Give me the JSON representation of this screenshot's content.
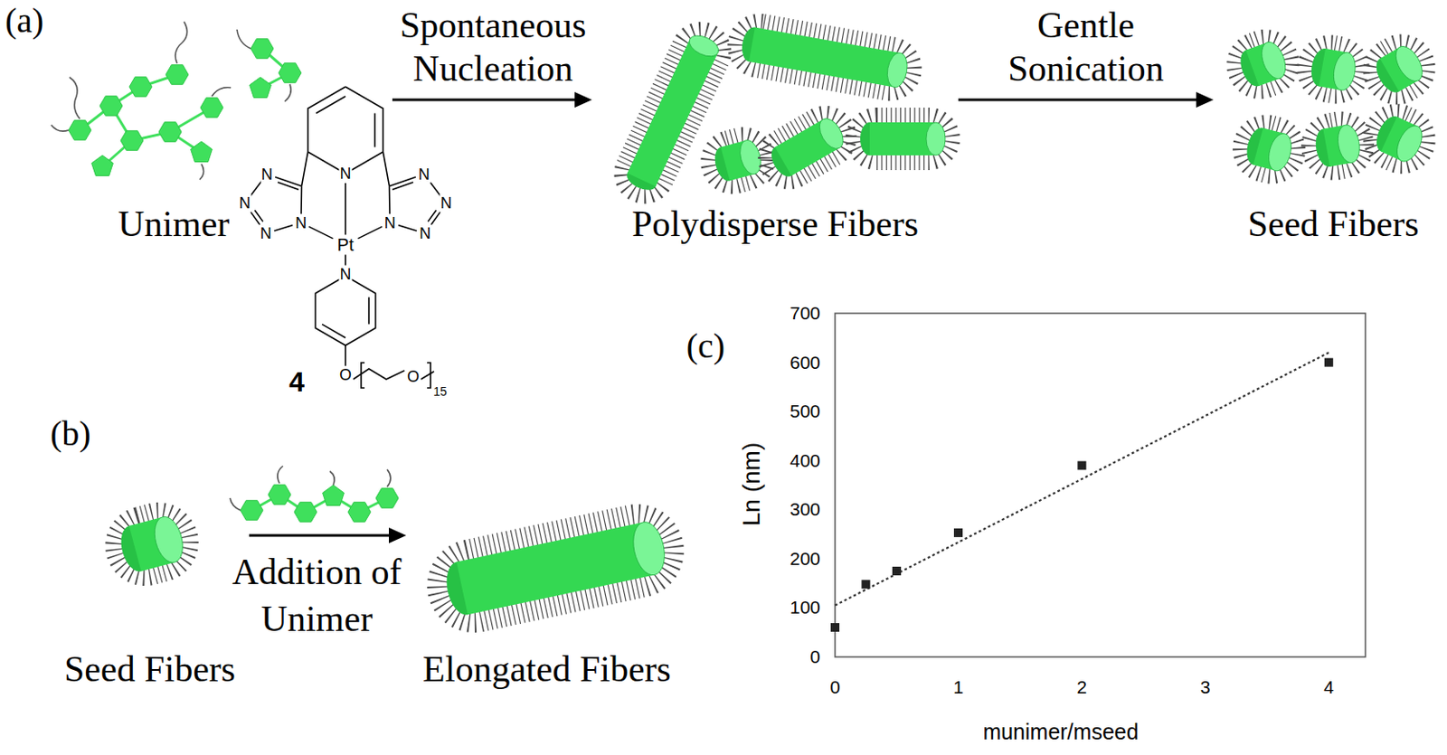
{
  "diagram": {
    "nodes": [
      {
        "text": [
          "Unimer"
        ]
      },
      {
        "text": [
          "Polydisperse Fibers"
        ]
      },
      {
        "text": [
          "Seed Fibers"
        ]
      },
      {
        "text": [
          "Seed Fibers"
        ]
      },
      {
        "text": [
          "Elongated Fibers"
        ]
      }
    ],
    "edges": [
      {
        "from": 0,
        "to": 1,
        "arrow": "to",
        "label": "Spontaneous Nucleation"
      },
      {
        "from": 1,
        "to": 2,
        "arrow": "to",
        "label": "Gentle Sonication"
      },
      {
        "from": 3,
        "to": 4,
        "arrow": "to",
        "label": "Addition of Unimer"
      }
    ],
    "labels": [
      "(a)",
      "N",
      "N",
      "N",
      "N",
      "N",
      "N",
      "N",
      "N",
      "N",
      "Pt",
      "N",
      "O",
      "O",
      "15",
      "4",
      "(b)",
      "(c)",
      "700",
      "600",
      "500",
      "400",
      "300",
      "200",
      "100",
      "0",
      "0",
      "1",
      "2",
      "3",
      "4",
      "Ln (nm)",
      "munimer/mseed"
    ]
  }
}
